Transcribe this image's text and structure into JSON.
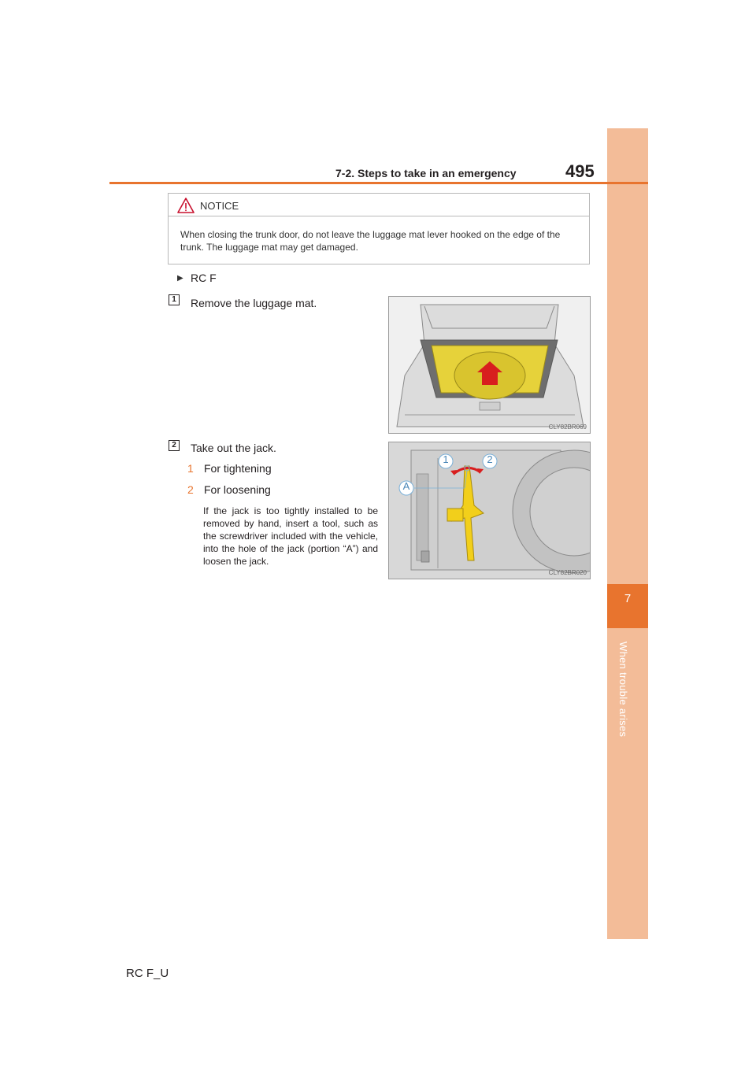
{
  "header": {
    "title": "7-2. Steps to take in an emergency",
    "page_number": "495"
  },
  "sidebar": {
    "chapter_number": "7",
    "chapter_title": "When trouble arises"
  },
  "notice": {
    "label": "NOTICE",
    "text": "When closing the trunk door, do not leave the luggage mat lever hooked on the edge of the trunk. The luggage mat may get damaged."
  },
  "section": {
    "label": "RC F"
  },
  "steps": [
    {
      "number": "1",
      "text": "Remove the luggage mat.",
      "figure_code": "CLY82BR069"
    },
    {
      "number": "2",
      "text": "Take out the jack.",
      "items": [
        {
          "number": "1",
          "text": "For tightening"
        },
        {
          "number": "2",
          "text": "For loosening"
        }
      ],
      "note": "If the jack is too tightly installed to be removed by hand, insert a tool, such as the screwdriver included with the vehicle, into the hole of the jack (portion “A”) and loosen the jack.",
      "figure_code": "CLY82BR020",
      "figure_callouts": [
        "1",
        "2",
        "A"
      ]
    }
  ],
  "footer": {
    "model": "RC F_U"
  },
  "colors": {
    "accent": "#e8742e",
    "sidebar": "#f3bc98",
    "warning": "#c8102e",
    "jack_yellow": "#f2cf1b"
  }
}
